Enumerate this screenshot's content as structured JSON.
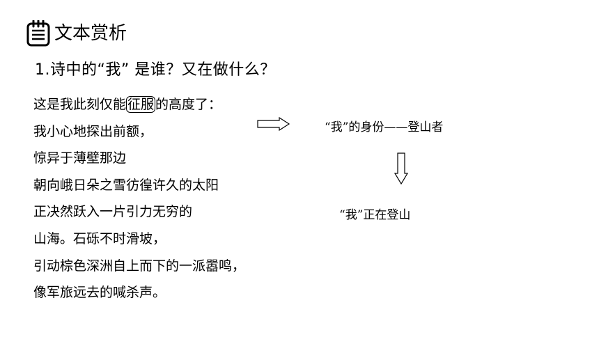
{
  "header": {
    "icon": "notepad-icon",
    "title": "文本赏析"
  },
  "question": {
    "number": "1.",
    "text": "诗中的“我” 是谁？又在做什么？"
  },
  "poem": {
    "line1": {
      "before": "这是我此刻仅能",
      "highlight": "征服",
      "after": "的高度了："
    },
    "lines": [
      "我小心地探出前额，",
      "惊异于薄壁那边",
      "朝向峨日朵之雪彷徨许久的太阳",
      "正决然跃入一片引力无穷的",
      "山海。石砾不时滑坡，",
      "引动棕色深洲自上而下的一派嚣鸣，",
      "像军旅远去的喊杀声。"
    ]
  },
  "annotations": {
    "identity": "“我”的身份——登山者",
    "action": "“我”正在登山"
  },
  "arrows": {
    "right": "right-arrow-icon",
    "down": "down-arrow-icon"
  }
}
